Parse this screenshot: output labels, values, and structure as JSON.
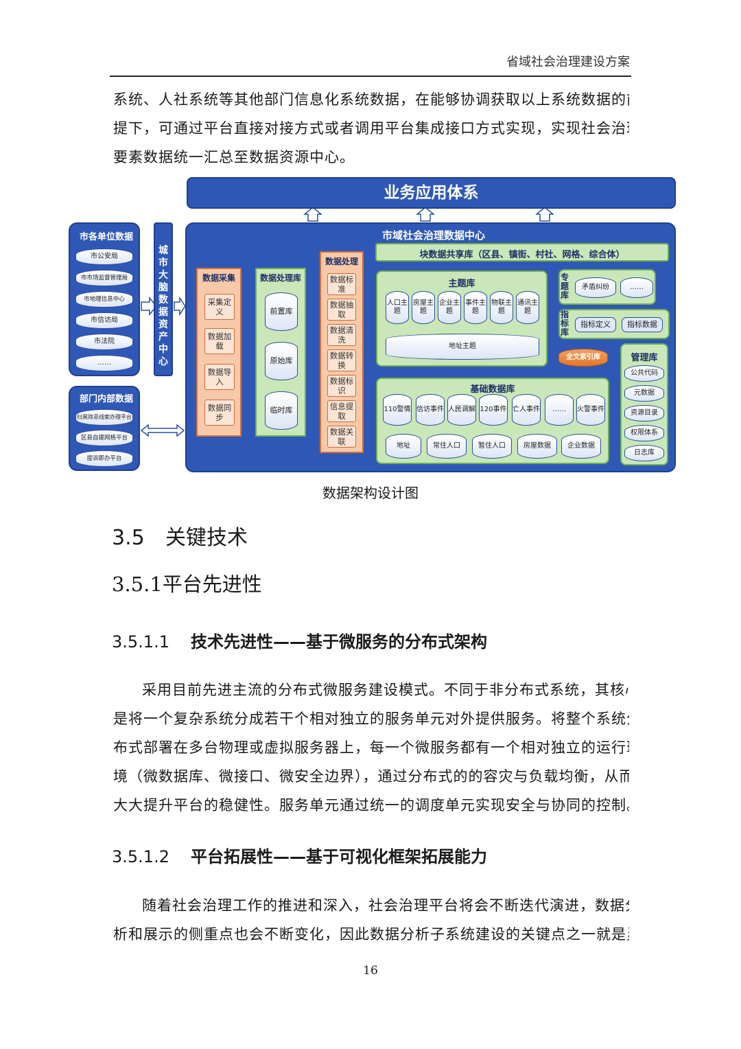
{
  "header": {
    "title": "省域社会治理建设方案"
  },
  "intro_lines": [
    "系统、人社系统等其他部门信息化系统数据，在能够协调获取以上系统数据的前",
    "提下，可通过平台直接对接方式或者调用平台集成接口方式实现，实现社会治理",
    "要素数据统一汇总至数据资源中心。"
  ],
  "diagram": {
    "top_bar": "业务应用体系",
    "city_units": {
      "title": "市各单位数据",
      "items": [
        "市公安局",
        "市市场监督管理局",
        "市地理信息中心",
        "市信访局",
        "市法院",
        "……"
      ]
    },
    "dept_internal": {
      "title": "部门内部数据",
      "items": [
        "扫黑除恶线索办理平台",
        "区县自建网格平台",
        "接诉即办平台"
      ]
    },
    "city_brain": "城市大脑数据资产中心",
    "center_title": "市域社会治理数据中心",
    "share_lib": "块数据共享库（区县、镇街、村社、网格、综合体）",
    "collect": {
      "title": "数据采集",
      "items": [
        "采集定义",
        "数据加载",
        "数据导入",
        "数据同步"
      ]
    },
    "proc_lib": {
      "title": "数据处理库",
      "items": [
        "前置库",
        "原始库",
        "临时库"
      ]
    },
    "process": {
      "title": "数据处理",
      "items": [
        "数据标准",
        "数据抽取",
        "数据清洗",
        "数据转换",
        "数据标识",
        "信息提取",
        "数据关联"
      ]
    },
    "theme_lib": {
      "title": "主题库",
      "items": [
        "人口主题",
        "房屋主题",
        "企业主题",
        "事件主题",
        "物联主题",
        "通讯主题"
      ],
      "address": "地址主题"
    },
    "special_lib": {
      "title": "专题库",
      "items": [
        "矛盾纠纷",
        "……"
      ]
    },
    "index_lib": {
      "title": "指标库",
      "items": [
        "指标定义",
        "指标数据"
      ]
    },
    "fulltext": "全文索引库",
    "base_lib": {
      "title": "基础数据库",
      "row1": [
        "110警情",
        "信访事件",
        "人民调解",
        "120事件",
        "亡人事件",
        "……",
        "火警事件"
      ],
      "row2": [
        "地址",
        "常住人口",
        "暂住人口",
        "房屋数据",
        "企业数据"
      ]
    },
    "mgmt_lib": {
      "title": "管理库",
      "items": [
        "公共代码",
        "元数据",
        "资源目录",
        "权限体系",
        "日志库"
      ]
    }
  },
  "caption": "数据架构设计图",
  "section": {
    "num": "3.5",
    "title": "关键技术"
  },
  "subsection": {
    "title": "3.5.1平台先进性"
  },
  "h4_1": {
    "num": "3.5.1.1",
    "title": "技术先进性——基于微服务的分布式架构"
  },
  "para1_lines": [
    "采用目前先进主流的分布式微服务建设模式。不同于非分布式系统，其核心",
    "是将一个复杂系统分成若干个相对独立的服务单元对外提供服务。将整个系统分",
    "布式部署在多台物理或虚拟服务器上，每一个微服务都有一个相对独立的运行环",
    "境（微数据库、微接口、微安全边界），通过分布式的的容灾与负载均衡，从而",
    "大大提升平台的稳健性。服务单元通过统一的调度单元实现安全与协同的控制。"
  ],
  "h4_2": {
    "num": "3.5.1.2",
    "title": "平台拓展性——基于可视化框架拓展能力"
  },
  "para2_lines": [
    "随着社会治理工作的推进和深入，社会治理平台将会不断迭代演进，数据分",
    "析和展示的侧重点也会不断变化，因此数据分析子系统建设的关键点之一就是灵"
  ],
  "page_number": "16",
  "colors": {
    "blue": "#2f58b6",
    "green": "#c9e7b8",
    "orange": "#f8c9a9"
  }
}
